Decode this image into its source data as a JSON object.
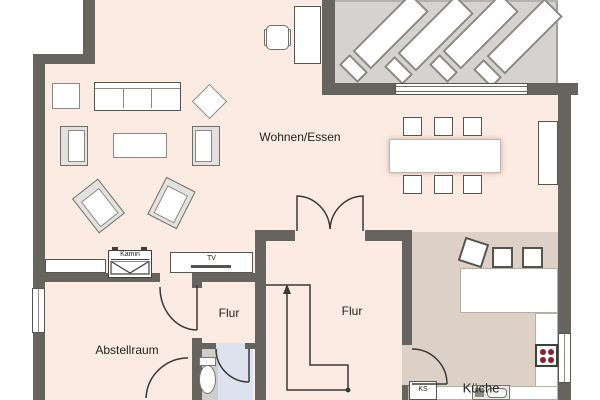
{
  "plan": {
    "rooms": {
      "living_dining": "Wohnen/Essen",
      "hall_small": "Flur",
      "hall_main": "Flur",
      "storage": "Abstellraum",
      "kitchen": "Küche"
    },
    "fixtures": {
      "fireplace": "Kamin",
      "tv": "TV",
      "fridge": "KS"
    },
    "colors": {
      "wall": "#65645f",
      "floor": "#fcebe2",
      "kitchen-floor": "#ddd0c7",
      "terrace-floor": "#d5d3cf",
      "wc-floor": "#dce3ee",
      "line": "#3a3935",
      "burner": "#8e1f2e",
      "furniture-stroke": "#8a8984"
    }
  }
}
